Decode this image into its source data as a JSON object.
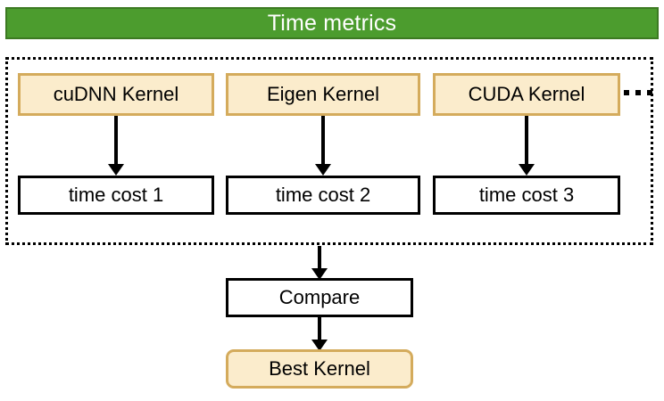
{
  "header": {
    "title": "Time metrics",
    "bg_color": "#4c9c2e",
    "border_color": "#3c7a22",
    "text_color": "#ffffff"
  },
  "colors": {
    "kernel_fill": "#fbeccc",
    "kernel_border": "#d4ab5c",
    "box_fill": "#ffffff",
    "box_border": "#000000",
    "arrow": "#000000",
    "group_border": "#000000"
  },
  "group": {
    "name": "time-metrics-group",
    "border_style": "dotted"
  },
  "columns": [
    {
      "kernel": "cuDNN Kernel",
      "cost": "time cost 1"
    },
    {
      "kernel": "Eigen Kernel",
      "cost": "time cost 2"
    },
    {
      "kernel": "CUDA Kernel",
      "cost": "time cost 3"
    }
  ],
  "more_indicator": "...",
  "compare": {
    "label": "Compare"
  },
  "result": {
    "label": "Best Kernel"
  },
  "flow": {
    "kernel_to_cost": "arrow-down",
    "group_to_compare": "arrow-down",
    "compare_to_best": "arrow-down"
  }
}
